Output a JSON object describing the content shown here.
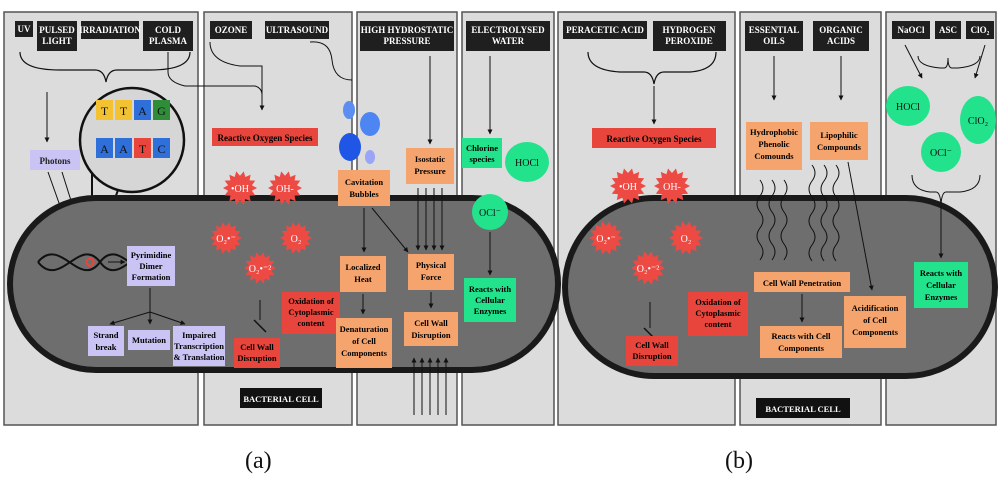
{
  "panel_a": {
    "caption": "(a)",
    "headers": {
      "uv": "UV",
      "pulsed_light": [
        "PULSED",
        "LIGHT"
      ],
      "irradiation": "IRRADIATION",
      "cold_plasma": [
        "COLD",
        "PLASMA"
      ],
      "ozone": "OZONE",
      "ultrasound": "ULTRASOUND",
      "hhp": [
        "HIGH HYDROSTATIC",
        "PRESSURE"
      ],
      "electrolysed_water": [
        "ELECTROLYSED",
        "WATER"
      ]
    },
    "dna_bases_top": [
      "T",
      "T",
      "A",
      "G"
    ],
    "dna_bases_bottom": [
      "A",
      "A",
      "T",
      "C"
    ],
    "photons": "Photons",
    "pyrimidine": [
      "Pyrimidine",
      "Dimer",
      "Formation"
    ],
    "strand_break": [
      "Strand",
      "break"
    ],
    "mutation": "Mutation",
    "impaired": [
      "Impaired",
      "Transcription",
      "& Translation"
    ],
    "ros": "Reactive Oxygen Species",
    "oh_radical": "•OH",
    "oh_minus": "OH-",
    "o2_radical": "O₂•⁻",
    "o2": "O₂",
    "o2_2": "O₂•⁻²",
    "oxidation": [
      "Oxidation of",
      "Cytoplasmic",
      "content"
    ],
    "cell_wall_disruption": [
      "Cell Wall",
      "Disruption"
    ],
    "cavitation": [
      "Cavitation",
      "Bubbles"
    ],
    "localized_heat": [
      "Localized",
      "Heat"
    ],
    "denaturation": [
      "Denaturation",
      "of Cell",
      "Components"
    ],
    "isostatic": [
      "Isostatic",
      "Pressure"
    ],
    "physical_force": [
      "Physical",
      "Force"
    ],
    "cw_disruption_2": [
      "Cell Wall",
      "Disruption"
    ],
    "chlorine": [
      "Chlorine",
      "species"
    ],
    "hocl": "HOCl",
    "ocl": "OCl⁻",
    "reacts_enzymes": [
      "Reacts with",
      "Cellular",
      "Enzymes"
    ],
    "bacterial_cell": "BACTERIAL CELL"
  },
  "panel_b": {
    "caption": "(b)",
    "headers": {
      "peracetic": "PERACETIC ACID",
      "hydrogen_peroxide": [
        "HYDROGEN",
        "PEROXIDE"
      ],
      "essential_oils": [
        "ESSENTIAL",
        "OILS"
      ],
      "organic_acids": [
        "ORGANIC",
        "ACIDS"
      ],
      "naocl": "NaOCl",
      "asc": "ASC",
      "clo2": "ClO₂"
    },
    "ros": "Reactive Oxygen Species",
    "oh_radical": "•OH",
    "oh_minus": "OH-",
    "o2_radical": "O₂•⁻",
    "o2": "O₂",
    "o2_2": "O₂•⁻²",
    "oxidation": [
      "Oxidation of",
      "Cytoplasmic",
      "content"
    ],
    "cell_wall_disruption": [
      "Cell Wall",
      "Disruption"
    ],
    "hydrophobic": [
      "Hydrophobic",
      "Phenolic",
      "Comounds"
    ],
    "lipophilic": [
      "Lipophilic",
      "Compounds"
    ],
    "penetration": "Cell Wall Penetration",
    "reacts_components": [
      "Reacts with Cell",
      "Components"
    ],
    "acidification": [
      "Acidification",
      "of Cell",
      "Components"
    ],
    "hocl": "HOCl",
    "ocl": "OCl⁻",
    "clo2": "ClO₂",
    "reacts_enzymes": [
      "Reacts with",
      "Cellular",
      "Enzymes"
    ],
    "bacterial_cell": "BACTERIAL CELL"
  },
  "colors": {
    "panel_bg": "#dcdcdc",
    "cell_fill": "#6e6e6e",
    "red_box": "#e8453c",
    "orange_box": "#f6a46d",
    "lavender_box": "#c9c4f3",
    "green": "#22e28c",
    "burst": "#ee4a44",
    "blue": "#3b7cf0"
  }
}
